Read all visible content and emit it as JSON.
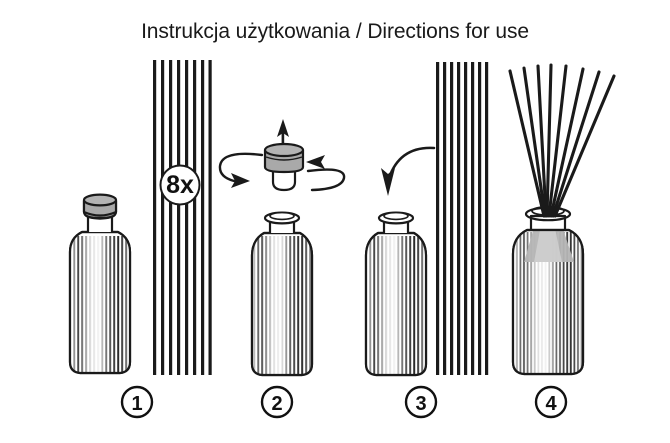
{
  "page": {
    "title": "Instrukcja użytkowania / Directions for use",
    "background_color": "#ffffff",
    "ink_color": "#1a1a1a",
    "cap_gray": "#a9a9a9",
    "shadow_gray": "#b5b5b5"
  },
  "diagram": {
    "kind": "instruction-sequence",
    "subject": "reed diffuser assembly",
    "step_count": 4,
    "stick_count_label": "8x",
    "steps": [
      {
        "number": "1",
        "caption": "1",
        "objects": [
          "capped-ribbed-bottle",
          "reed-stick-bundle",
          "quantity-badge"
        ],
        "badge": "8x"
      },
      {
        "number": "2",
        "caption": "2",
        "objects": [
          "removed-cap-with-stopper",
          "rotation-arrows",
          "up-arrow",
          "open-ribbed-bottle"
        ]
      },
      {
        "number": "3",
        "caption": "3",
        "objects": [
          "open-ribbed-bottle",
          "reed-stick-bundle",
          "curved-insert-arrow"
        ]
      },
      {
        "number": "4",
        "caption": "4",
        "objects": [
          "ribbed-bottle-with-fanned-reeds"
        ]
      }
    ]
  },
  "captions": {
    "step1": "1",
    "step2": "2",
    "step3": "3",
    "step4": "4"
  },
  "badges": {
    "sticks": "8x"
  }
}
